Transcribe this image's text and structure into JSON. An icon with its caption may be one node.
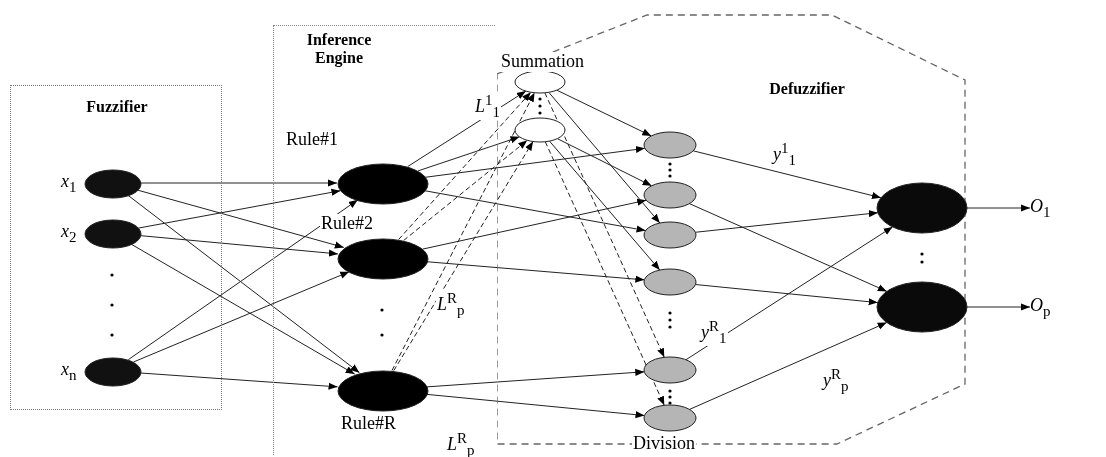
{
  "diagram": {
    "nodes": [
      {
        "text": [
          "Fuzzifier"
        ]
      },
      {
        "text": [
          "Inference Engine"
        ]
      },
      {
        "text": [
          "Defuzzifier"
        ]
      },
      {
        "text": [],
        "shape": "circle",
        "in": 0,
        "beside": [
          "*x*$_{1}$"
        ]
      },
      {
        "text": [],
        "shape": "circle",
        "in": 0,
        "beside": [
          "*x*$_{2}$"
        ]
      },
      {
        "text": [],
        "shape": "circle",
        "in": 0,
        "beside": [
          "*x*$_{n}$"
        ]
      },
      {
        "text": [],
        "shape": "circle",
        "in": 1,
        "beside": [
          "Rule#1"
        ]
      },
      {
        "text": [],
        "shape": "circle",
        "in": 1,
        "beside": [
          "Rule#2"
        ]
      },
      {
        "text": [],
        "shape": "circle",
        "in": 1,
        "beside": [
          "Rule#R"
        ]
      },
      {
        "text": [],
        "shape": "circle",
        "in": 2,
        "beside": [
          "Summation"
        ]
      },
      {
        "text": [],
        "shape": "circle",
        "in": 2
      },
      {
        "text": [],
        "shape": "circle",
        "in": 2
      },
      {
        "text": [],
        "shape": "circle",
        "in": 2
      },
      {
        "text": [],
        "shape": "circle",
        "in": 2
      },
      {
        "text": [],
        "shape": "circle",
        "in": 2
      },
      {
        "text": [],
        "shape": "circle",
        "in": 2
      },
      {
        "text": [],
        "shape": "circle",
        "in": 2,
        "beside": [
          "Division"
        ]
      },
      {
        "text": [],
        "shape": "circle",
        "in": 2
      },
      {
        "text": [],
        "shape": "circle",
        "in": 2
      },
      {
        "text": [
          "*O*$_{1}$"
        ]
      },
      {
        "text": [
          "*O*$_{p}$"
        ]
      }
    ],
    "edges": [
      {
        "from": 3,
        "to": 6,
        "arrow": "to"
      },
      {
        "from": 3,
        "to": 7,
        "arrow": "to"
      },
      {
        "from": 3,
        "to": 8,
        "arrow": "to"
      },
      {
        "from": 4,
        "to": 6,
        "arrow": "to"
      },
      {
        "from": 4,
        "to": 7,
        "arrow": "to"
      },
      {
        "from": 4,
        "to": 8,
        "arrow": "to"
      },
      {
        "from": 5,
        "to": 6,
        "arrow": "to"
      },
      {
        "from": 5,
        "to": 7,
        "arrow": "to"
      },
      {
        "from": 5,
        "to": 8,
        "arrow": "to"
      },
      {
        "from": 6,
        "to": 9,
        "arrow": "to",
        "label": "*L*$^{1}$$_{1}$"
      },
      {
        "from": 6,
        "to": 10,
        "arrow": "to"
      },
      {
        "from": 7,
        "to": 9,
        "arrow": "to",
        "style": "dashed"
      },
      {
        "from": 7,
        "to": 10,
        "arrow": "to",
        "style": "dashed"
      },
      {
        "from": 8,
        "to": 9,
        "arrow": "to",
        "style": "dashed"
      },
      {
        "from": 8,
        "to": 10,
        "arrow": "to",
        "style": "dashed",
        "label": "*L*$^{R}$$_{p}$"
      },
      {
        "from": 6,
        "to": 11,
        "arrow": "to"
      },
      {
        "from": 6,
        "to": 13,
        "arrow": "to"
      },
      {
        "from": 7,
        "to": 12,
        "arrow": "to"
      },
      {
        "from": 7,
        "to": 14,
        "arrow": "to"
      },
      {
        "from": 8,
        "to": 15,
        "arrow": "to"
      },
      {
        "from": 8,
        "to": 16,
        "arrow": "to",
        "label": "*L*$^{R}$$_{p}$"
      },
      {
        "from": 9,
        "to": 11,
        "arrow": "to"
      },
      {
        "from": 9,
        "to": 13,
        "arrow": "to"
      },
      {
        "from": 9,
        "to": 15,
        "arrow": "to",
        "style": "dashed"
      },
      {
        "from": 10,
        "to": 12,
        "arrow": "to"
      },
      {
        "from": 10,
        "to": 14,
        "arrow": "to"
      },
      {
        "from": 10,
        "to": 16,
        "arrow": "to",
        "style": "dashed"
      },
      {
        "from": 11,
        "to": 17,
        "arrow": "to",
        "label": "*y*$^{1}$$_{1}$"
      },
      {
        "from": 13,
        "to": 17,
        "arrow": "to"
      },
      {
        "from": 15,
        "to": 17,
        "arrow": "to",
        "label": "*y*$^{R}$$_{1}$"
      },
      {
        "from": 12,
        "to": 18,
        "arrow": "to"
      },
      {
        "from": 14,
        "to": 18,
        "arrow": "to"
      },
      {
        "from": 16,
        "to": 18,
        "arrow": "to",
        "label": "*y*$^{R}$$_{p}$"
      },
      {
        "from": 17,
        "to": 19,
        "arrow": "to"
      },
      {
        "from": 18,
        "to": 20,
        "arrow": "to"
      }
    ]
  }
}
